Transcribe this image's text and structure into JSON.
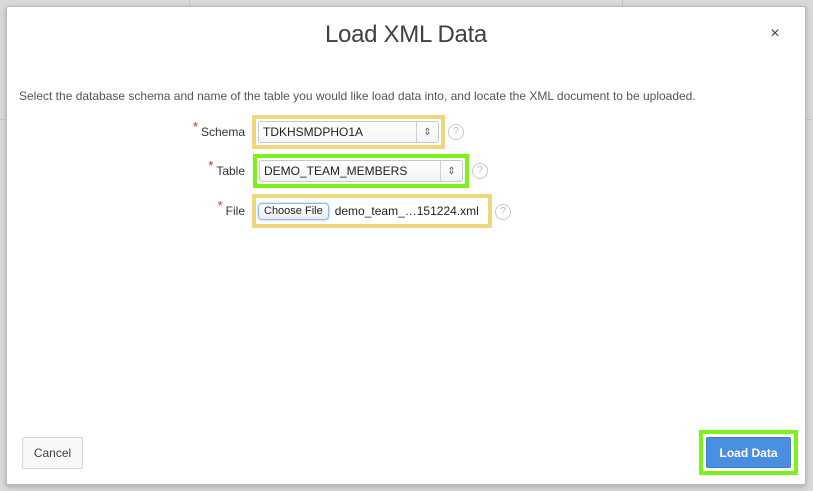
{
  "dialog": {
    "title": "Load XML Data",
    "close_label": "×",
    "instructions": "Select the database schema and name of the table you would like load data into, and locate the XML document to be uploaded."
  },
  "form": {
    "required_marker": "*",
    "help_glyph": "?",
    "schema": {
      "label": "Schema",
      "value": "TDKHSMDPHO1A",
      "arrow": "⇕"
    },
    "table": {
      "label": "Table",
      "value": "DEMO_TEAM_MEMBERS",
      "arrow": "⇕"
    },
    "file": {
      "label": "File",
      "button_label": "Choose File",
      "file_name": "demo_team_…151224.xml"
    }
  },
  "footer": {
    "cancel_label": "Cancel",
    "load_label": "Load Data"
  },
  "colors": {
    "highlight_yellow": "#f0d77e",
    "highlight_green": "#7cf21a",
    "primary_button": "#4a8ee0",
    "required": "#e2231a"
  }
}
